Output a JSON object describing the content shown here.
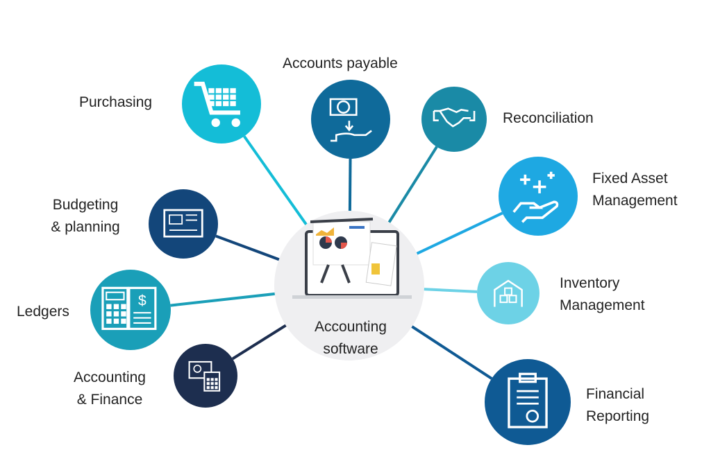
{
  "center": {
    "line1": "Accounting",
    "line2": "software",
    "color": "#efeff1"
  },
  "nodes": [
    {
      "id": "purchasing",
      "line1": "Purchasing",
      "line2": "",
      "color": "#14bdd7",
      "icon": "shopping-cart-icon"
    },
    {
      "id": "accounts-payable",
      "line1": "Accounts payable",
      "line2": "",
      "color": "#0f6a9a",
      "icon": "money-hand-icon"
    },
    {
      "id": "reconciliation",
      "line1": "Reconciliation",
      "line2": "",
      "color": "#1a8aa6",
      "icon": "handshake-icon"
    },
    {
      "id": "fixed-asset",
      "line1": "Fixed Asset",
      "line2": "Management",
      "color": "#1ea8e2",
      "icon": "hand-plus-icon"
    },
    {
      "id": "inventory",
      "line1": "Inventory",
      "line2": "Management",
      "color": "#6dd2e6",
      "icon": "warehouse-icon"
    },
    {
      "id": "financial-reporting",
      "line1": "Financial",
      "line2": "Reporting",
      "color": "#0f5a94",
      "icon": "clipboard-report-icon"
    },
    {
      "id": "budgeting",
      "line1": "Budgeting",
      "line2": "& planning",
      "color": "#13467a",
      "icon": "blueprint-icon"
    },
    {
      "id": "ledgers",
      "line1": "Ledgers",
      "line2": "",
      "color": "#1a9fb8",
      "icon": "calculator-ledger-icon"
    },
    {
      "id": "accounting-finance",
      "line1": "Accounting",
      "line2": "& Finance",
      "color": "#1d2e4f",
      "icon": "computer-calculator-icon"
    }
  ]
}
